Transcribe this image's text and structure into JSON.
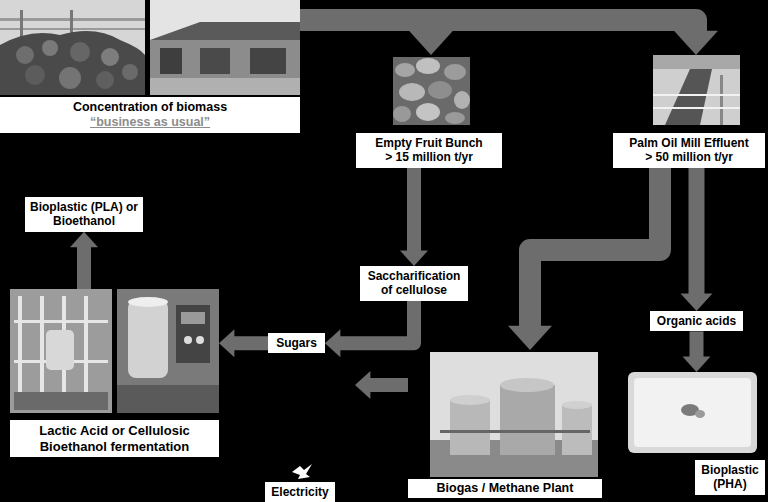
{
  "diagram": {
    "nodes": [
      {
        "text": [
          "Concentration of biomass",
          "“business as usual”"
        ]
      },
      {
        "text": [
          "Empty Fruit Bunch",
          "> 15 million t/yr"
        ]
      },
      {
        "text": [
          "Palm Oil Mill Effluent",
          "> 50 million t/yr"
        ]
      },
      {
        "text": [
          "Bioplastic (PLA) or Bioethanol"
        ]
      },
      {
        "text": [
          "Saccharification of cellulose"
        ]
      },
      {
        "text": [
          "Sugars"
        ]
      },
      {
        "text": [
          "Organic acids"
        ]
      },
      {
        "text": [
          "Lactic Acid or Cellulosic Bioethanol fermentation"
        ]
      },
      {
        "text": [
          "Electricity"
        ]
      },
      {
        "text": [
          "Biogas / Methane Plant"
        ]
      },
      {
        "text": [
          "Bioplastic (PHA)"
        ]
      }
    ],
    "edges": [
      {
        "from": 0,
        "to": 1,
        "arrow": "to"
      },
      {
        "from": 0,
        "to": 2,
        "arrow": "to"
      },
      {
        "from": 1,
        "to": 4,
        "arrow": "to"
      },
      {
        "from": 4,
        "to": 5,
        "arrow": "to"
      },
      {
        "from": 2,
        "to": 9,
        "arrow": "to"
      },
      {
        "from": 2,
        "to": 6,
        "arrow": "to"
      },
      {
        "from": 6,
        "to": 10,
        "arrow": "to"
      },
      {
        "from": 5,
        "to": 7,
        "arrow": "to"
      },
      {
        "from": 7,
        "to": 3,
        "arrow": "to"
      },
      {
        "from": 9,
        "to": 8,
        "arrow": "to"
      }
    ]
  }
}
